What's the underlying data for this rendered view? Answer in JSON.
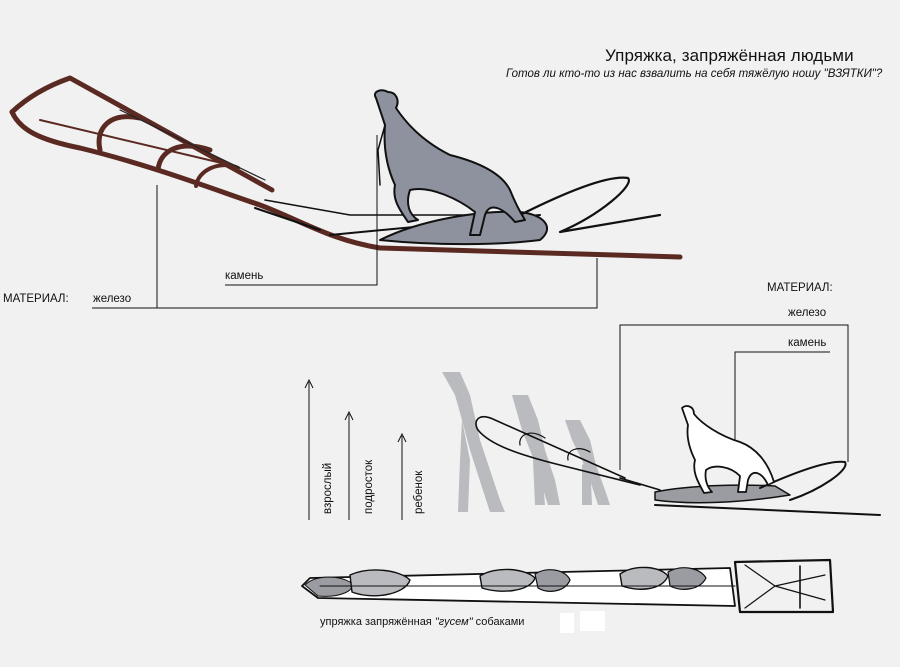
{
  "header": {
    "title": "Упряжка, запряжённая людьми",
    "subtitle": "Готов ли кто-то из нас взвалить на себя тяжёлую ношу \"ВЗЯТКИ\"?"
  },
  "top_sled": {
    "material_label": "МАТЕРИАЛ:",
    "iron_label": "железо",
    "stone_label": "камень"
  },
  "mid_sled": {
    "material_label": "МАТЕРИАЛ:",
    "iron_label": "железо",
    "stone_label": "камень"
  },
  "heights": {
    "adult": "взрослый",
    "teen": "подросток",
    "child": "ребенок"
  },
  "caption": {
    "before": "упряжка запряжённая ",
    "emphasis": "\"гусем\"",
    "after": " собаками"
  },
  "colors": {
    "frame_brown": "#5a2a22",
    "dog_fill": "#8e929e",
    "shadow_gray": "#b9bbbe",
    "ink": "#111111"
  }
}
